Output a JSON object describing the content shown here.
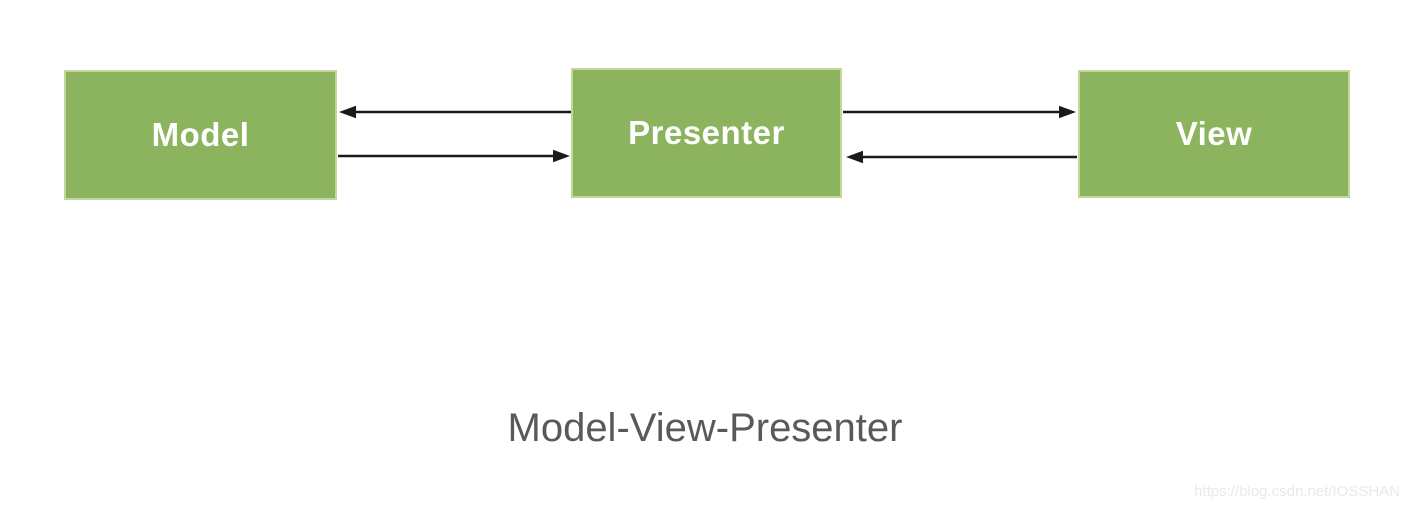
{
  "diagram": {
    "caption": "Model-View-Presenter",
    "boxes": [
      {
        "id": "model",
        "label": "Model"
      },
      {
        "id": "presenter",
        "label": "Presenter"
      },
      {
        "id": "view",
        "label": "View"
      }
    ],
    "arrows": [
      {
        "from": "presenter",
        "to": "model",
        "direction": "left",
        "position": "upper"
      },
      {
        "from": "model",
        "to": "presenter",
        "direction": "right",
        "position": "lower"
      },
      {
        "from": "presenter",
        "to": "view",
        "direction": "right",
        "position": "upper"
      },
      {
        "from": "view",
        "to": "presenter",
        "direction": "left",
        "position": "lower"
      }
    ]
  },
  "watermark": {
    "text": "https://blog.csdn.net/IOSSHAN"
  },
  "colors": {
    "box_fill": "#8CB45E",
    "box_border": "#C3D69B",
    "box_text": "#FFFFFF",
    "arrow": "#1A1A1A",
    "caption": "#595959",
    "watermark": "#E9E9E9",
    "background": "#FFFFFF"
  }
}
